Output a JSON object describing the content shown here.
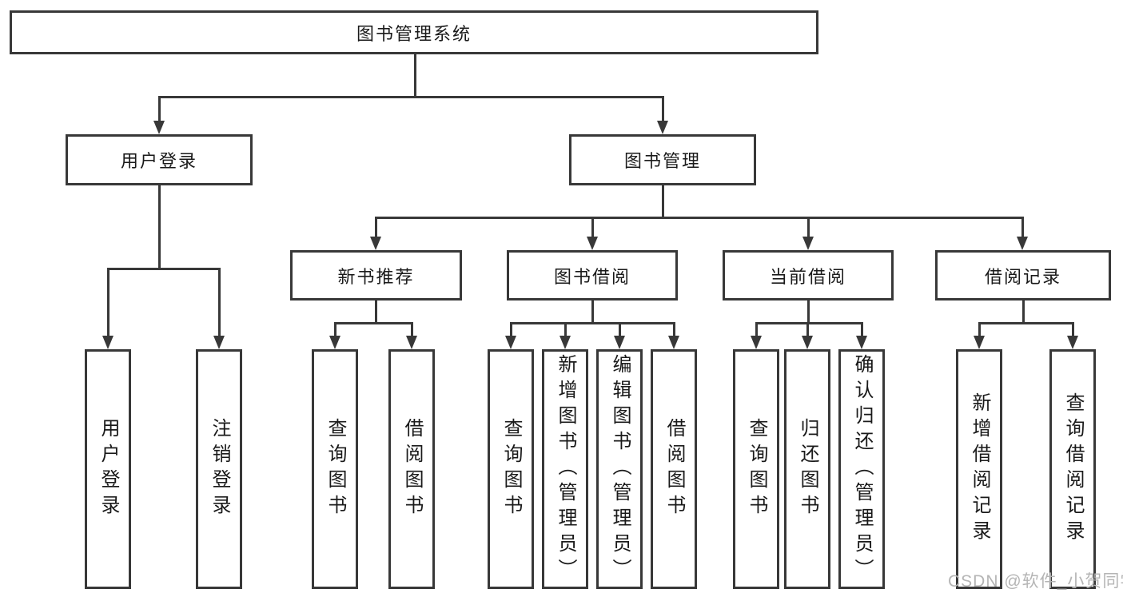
{
  "tree": {
    "root": {
      "label": "图书管理系统"
    },
    "branches": [
      {
        "label": "用户登录",
        "children": [
          {
            "label": "用户登录"
          },
          {
            "label": "注销登录"
          }
        ]
      },
      {
        "label": "图书管理",
        "children": [
          {
            "label": "新书推荐",
            "children": [
              {
                "label": "查询图书"
              },
              {
                "label": "借阅图书"
              }
            ]
          },
          {
            "label": "图书借阅",
            "children": [
              {
                "label": "查询图书"
              },
              {
                "label": "新增图书（管理员）"
              },
              {
                "label": "编辑图书（管理员）"
              },
              {
                "label": "借阅图书"
              }
            ]
          },
          {
            "label": "当前借阅",
            "children": [
              {
                "label": "查询图书"
              },
              {
                "label": "归还图书"
              },
              {
                "label": "确认归还（管理员）"
              }
            ]
          },
          {
            "label": "借阅记录",
            "children": [
              {
                "label": "新增借阅记录"
              },
              {
                "label": "查询借阅记录"
              }
            ]
          }
        ]
      }
    ]
  },
  "watermark": "CSDN @软件_小贺同学",
  "colors": {
    "line": "#383838",
    "text": "#1a1a1a",
    "background": "#ffffff",
    "watermark": "#b5b5b5"
  }
}
